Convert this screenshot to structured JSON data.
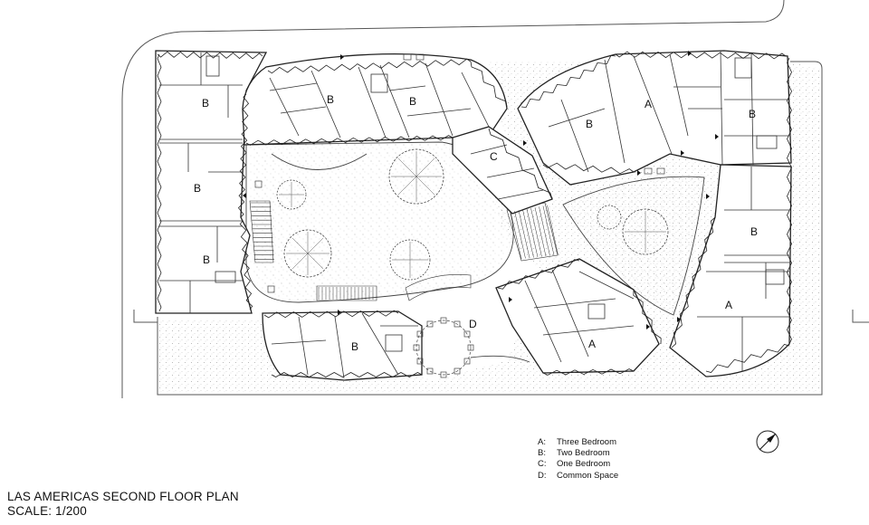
{
  "plan": {
    "title": "LAS AMERICAS SECOND FLOOR PLAN",
    "scale": "SCALE: 1/200"
  },
  "legend": [
    {
      "key": "A:",
      "label": "Three Bedroom"
    },
    {
      "key": "B:",
      "label": "Two Bedroom"
    },
    {
      "key": "C:",
      "label": "One Bedroom"
    },
    {
      "key": "D:",
      "label": "Common Space"
    }
  ],
  "unit_labels": [
    "B",
    "B",
    "B",
    "B",
    "B",
    "B",
    "A",
    "B",
    "C",
    "B",
    "A",
    "A",
    "B",
    "D"
  ],
  "colors": {
    "line": "#222222",
    "wall": "#333333",
    "ground_texture": "#b8b8b8",
    "background": "#ffffff"
  },
  "icons": {
    "north_arrow": "north-arrow-icon"
  }
}
